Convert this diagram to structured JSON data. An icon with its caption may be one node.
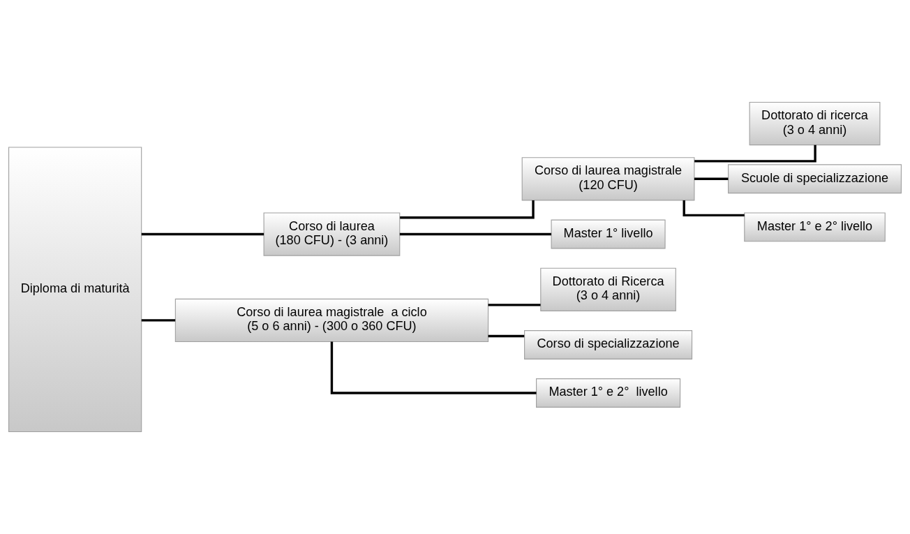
{
  "diagram": {
    "nodes": [
      {
        "text": [
          "Diploma di maturità"
        ]
      },
      {
        "text": [
          "Corso di laurea",
          "(180 CFU) - (3 anni)"
        ]
      },
      {
        "text": [
          "Corso di laurea magistrale",
          "(120 CFU)"
        ]
      },
      {
        "text": [
          "Master 1° livello"
        ]
      },
      {
        "text": [
          "Dottorato di ricerca",
          "(3 o 4 anni)"
        ]
      },
      {
        "text": [
          "Scuole di specializzazione"
        ]
      },
      {
        "text": [
          "Master 1° e 2° livello"
        ]
      },
      {
        "text": [
          "Corso di laurea magistrale  a ciclo",
          "(5 o 6 anni) - (300 o 360 CFU)"
        ]
      },
      {
        "text": [
          "Dottorato di Ricerca",
          "(3 o 4 anni)"
        ]
      },
      {
        "text": [
          "Corso di specializzazione"
        ]
      },
      {
        "text": [
          "Master 1° e 2°  livello"
        ]
      }
    ],
    "edges": [
      {
        "from": 0,
        "to": 1,
        "arrow": "none"
      },
      {
        "from": 0,
        "to": 7,
        "arrow": "none"
      },
      {
        "from": 1,
        "to": 2,
        "arrow": "none"
      },
      {
        "from": 1,
        "to": 3,
        "arrow": "none"
      },
      {
        "from": 2,
        "to": 4,
        "arrow": "none"
      },
      {
        "from": 2,
        "to": 5,
        "arrow": "none"
      },
      {
        "from": 2,
        "to": 6,
        "arrow": "none"
      },
      {
        "from": 7,
        "to": 8,
        "arrow": "none"
      },
      {
        "from": 7,
        "to": 9,
        "arrow": "none"
      },
      {
        "from": 7,
        "to": 10,
        "arrow": "none"
      }
    ]
  }
}
